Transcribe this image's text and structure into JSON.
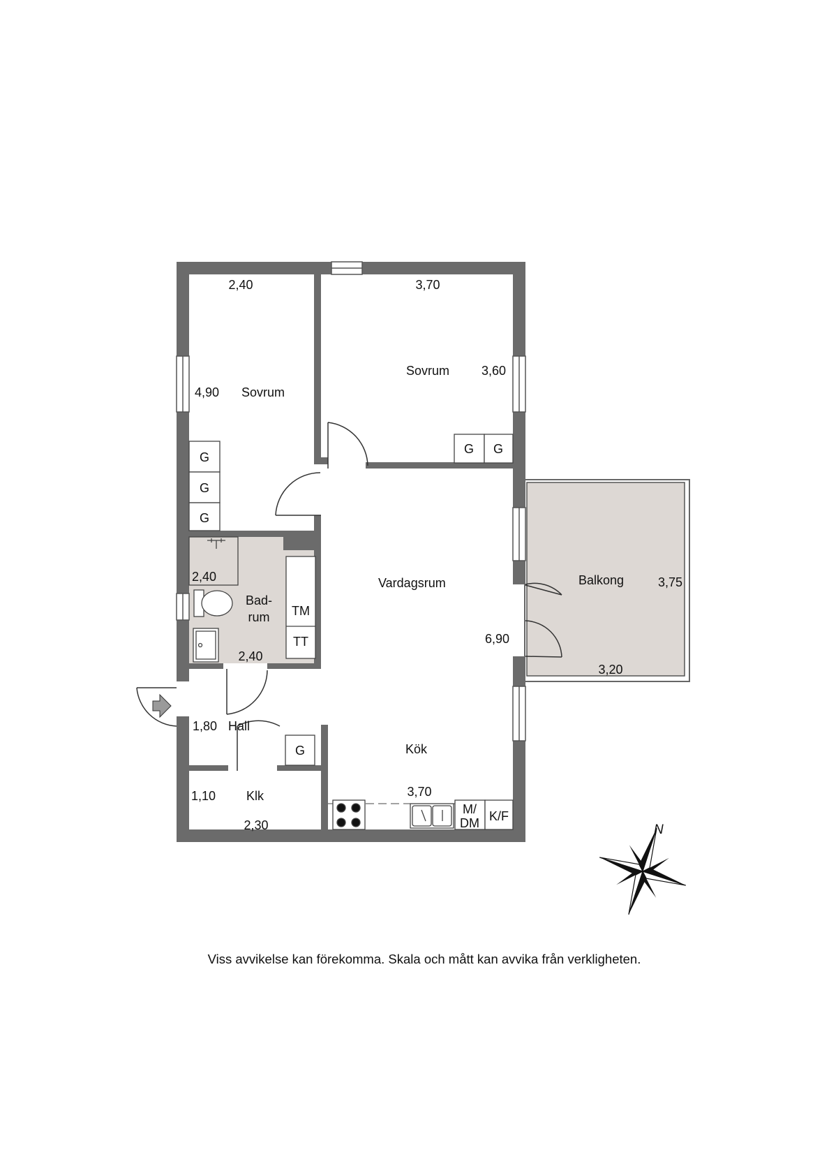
{
  "plan": {
    "rooms": {
      "bedroom_1": {
        "name": "Sovrum",
        "width": "2,40",
        "depth": "4,90"
      },
      "bedroom_2": {
        "name": "Sovrum",
        "width": "3,70",
        "depth": "3,60"
      },
      "living_room": {
        "name": "Vardagsrum",
        "depth": "6,90"
      },
      "balcony": {
        "name": "Balkong",
        "depth": "3,75",
        "width": "3,20"
      },
      "bathroom": {
        "name_line1": "Bad-",
        "name_line2": "rum",
        "depth": "2,40",
        "width": "2,40"
      },
      "hall": {
        "name": "Hall",
        "depth": "1,80"
      },
      "kitchen": {
        "name": "Kök",
        "width": "3,70"
      },
      "closet": {
        "name": "Klk",
        "depth": "1,10",
        "width": "2,30"
      }
    },
    "fixtures": {
      "wardrobe": "G",
      "washer": "TM",
      "dryer": "TT",
      "dishwasher_line1": "M/",
      "dishwasher_line2": "DM",
      "fridge_freezer": "K/F"
    },
    "compass": "N",
    "colors": {
      "wall": "#6b6b6b",
      "wet_room": "#ddd8d4",
      "balcony": "#ddd8d4"
    }
  },
  "disclaimer": "Viss avvikelse kan förekomma. Skala och mått kan avvika från verkligheten."
}
